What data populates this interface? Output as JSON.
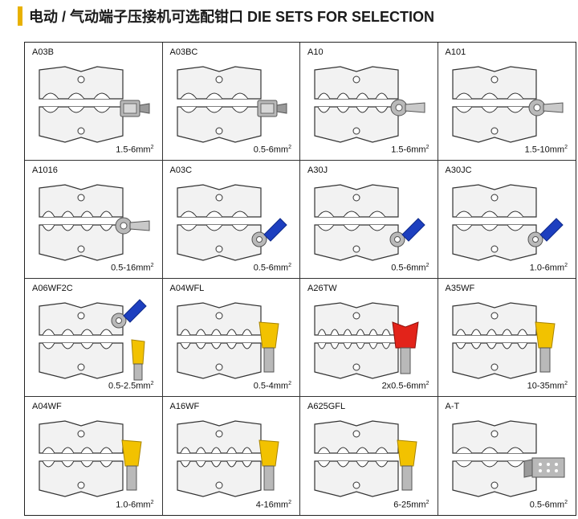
{
  "title": "电动 / 气动端子压接机可选配钳口 DIE SETS FOR SELECTION",
  "colors": {
    "accent": "#e8b100",
    "die_fill": "#f2f2f2",
    "die_stroke": "#333333",
    "blue": "#1d3fbf",
    "yellow": "#f2c200",
    "red": "#e2231a",
    "metal": "#b9b9b9"
  },
  "dies": [
    {
      "code": "A03B",
      "range": "1.5-6mm",
      "sup": "2",
      "terminal": "flag-icon"
    },
    {
      "code": "A03BC",
      "range": "0.5-6mm",
      "sup": "2",
      "terminal": "flag-icon"
    },
    {
      "code": "A10",
      "range": "1.5-6mm",
      "sup": "2",
      "terminal": "ring-terminal-icon"
    },
    {
      "code": "A101",
      "range": "1.5-10mm",
      "sup": "2",
      "terminal": "ring-terminal-icon"
    },
    {
      "code": "A1016",
      "range": "0.5-16mm",
      "sup": "2",
      "terminal": "ring-terminal-icon"
    },
    {
      "code": "A03C",
      "range": "0.5-6mm",
      "sup": "2",
      "terminal": "blue-ring-terminal-icon"
    },
    {
      "code": "A30J",
      "range": "0.5-6mm",
      "sup": "2",
      "terminal": "blue-ring-terminal-icon"
    },
    {
      "code": "A30JC",
      "range": "1.0-6mm",
      "sup": "2",
      "terminal": "blue-ring-terminal-icon"
    },
    {
      "code": "A06WF2C",
      "range": "0.5-2.5mm",
      "sup": "2",
      "terminal": "blue-ring-and-ferrule-icon"
    },
    {
      "code": "A04WFL",
      "range": "0.5-4mm",
      "sup": "2",
      "terminal": "yellow-ferrule-icon"
    },
    {
      "code": "A26TW",
      "range": "2x0.5-6mm",
      "sup": "2",
      "terminal": "red-twin-ferrule-icon"
    },
    {
      "code": "A35WF",
      "range": "10-35mm",
      "sup": "2",
      "terminal": "yellow-ferrule-icon"
    },
    {
      "code": "A04WF",
      "range": "1.0-6mm",
      "sup": "2",
      "terminal": "yellow-ferrule-icon"
    },
    {
      "code": "A16WF",
      "range": "4-16mm",
      "sup": "2",
      "terminal": "yellow-ferrule-icon"
    },
    {
      "code": "A625GFL",
      "range": "6-25mm",
      "sup": "2",
      "terminal": "yellow-ferrule-icon"
    },
    {
      "code": "A-T",
      "range": "0.5-6mm",
      "sup": "2",
      "terminal": "connector-tab-icon"
    }
  ]
}
